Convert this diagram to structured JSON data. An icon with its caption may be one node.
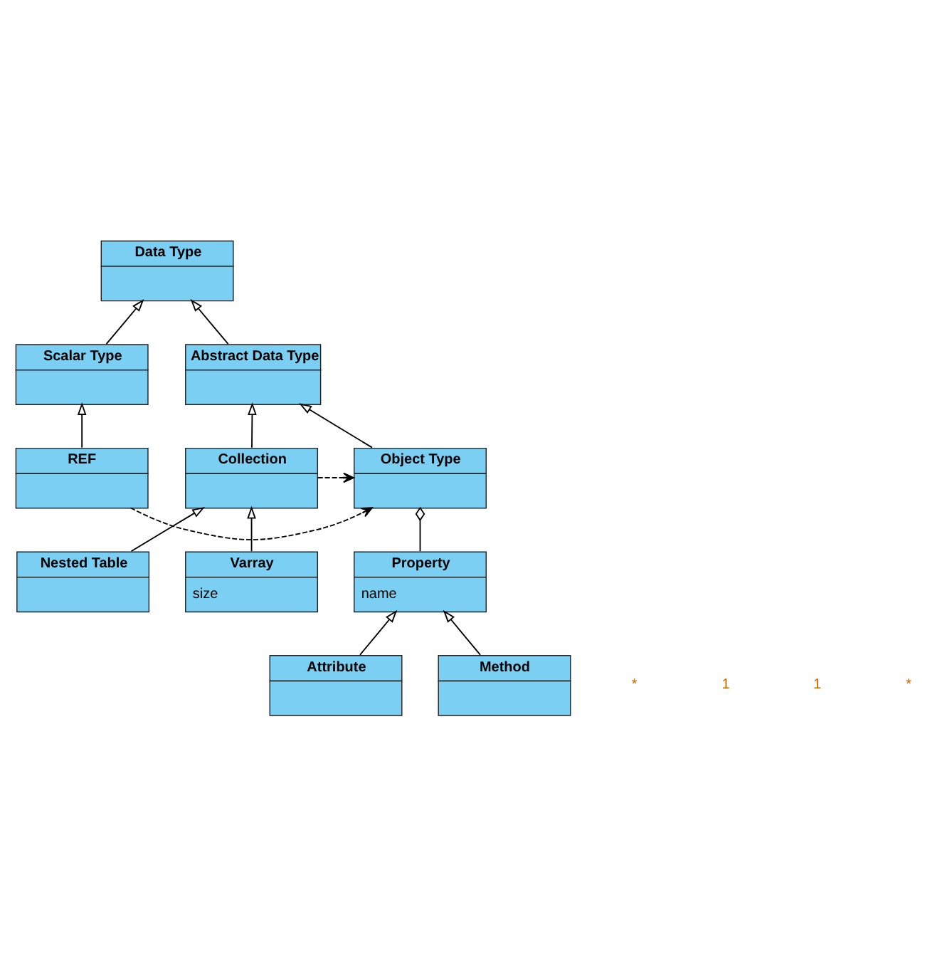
{
  "diagram": {
    "nodes": [
      {
        "text": [
          "Data Type"
        ]
      },
      {
        "text": [
          "Scalar Type"
        ]
      },
      {
        "text": [
          "Abstract Data Type"
        ]
      },
      {
        "text": [
          "REF"
        ]
      },
      {
        "text": [
          "Object Type"
        ]
      },
      {
        "text": [
          "Collection"
        ]
      },
      {
        "text": [
          "Property",
          "name"
        ]
      },
      {
        "text": [
          "Nested Table"
        ]
      },
      {
        "text": [
          "Varray",
          "size"
        ]
      },
      {
        "text": [
          "Attribute"
        ]
      },
      {
        "text": [
          "Method"
        ]
      }
    ],
    "edges": [
      {
        "from": 1,
        "to": 0,
        "arrow": "to"
      },
      {
        "from": 2,
        "to": 0,
        "arrow": "to"
      },
      {
        "from": 3,
        "to": 1,
        "arrow": "to"
      },
      {
        "from": 4,
        "to": 2,
        "arrow": "to"
      },
      {
        "from": 5,
        "to": 2,
        "arrow": "to"
      },
      {
        "from": 3,
        "to": 4,
        "arrow": "to",
        "style": "dashed"
      },
      {
        "from": 6,
        "to": 4,
        "arrow": "other"
      },
      {
        "from": 5,
        "to": 4,
        "arrow": "to",
        "style": "dashed"
      },
      {
        "from": 9,
        "to": 6,
        "arrow": "to"
      },
      {
        "from": 10,
        "to": 6,
        "arrow": "to"
      },
      {
        "from": 7,
        "to": 5,
        "arrow": "to"
      },
      {
        "from": 8,
        "to": 5,
        "arrow": "to"
      }
    ],
    "labels": [
      "*",
      "1",
      "1",
      "*"
    ]
  }
}
